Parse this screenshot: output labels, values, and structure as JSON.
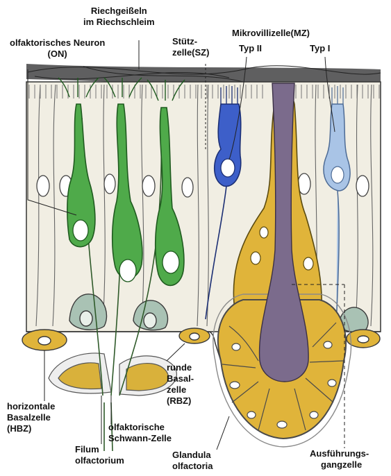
{
  "labels": {
    "riechgeisseln_1": "Riechgeißeln",
    "riechgeisseln_2": "im Riechschleim",
    "olf_neuron_1": "olfaktorisches Neuron",
    "olf_neuron_2": "(ON)",
    "stuetz_1": "Stütz-",
    "stuetz_2": "zelle(SZ)",
    "mikrovilli": "Mikrovillizelle(MZ)",
    "typ2": "Typ II",
    "typ1": "Typ I",
    "runde_1": "runde",
    "runde_2": "Basal-",
    "runde_3": "zelle",
    "runde_4": "(RBZ)",
    "horiz_1": "horizontale",
    "horiz_2": "Basalzelle",
    "horiz_3": "(HBZ)",
    "schwann_1": "olfaktorische",
    "schwann_2": "Schwann-Zelle",
    "filum_1": "Filum",
    "filum_2": "olfactorium",
    "glandula_1": "Glandula",
    "glandula_2": "olfactoria",
    "ausf_1": "Ausführungs-",
    "ausf_2": "gangzelle"
  },
  "colors": {
    "neuron_green": "#4faa4a",
    "neuron_outline": "#1f5a1f",
    "typ2_blue": "#3d5fc9",
    "typ1_blue": "#a9c4e6",
    "gland_yellow": "#e0b43a",
    "duct_purple": "#7b6b8c",
    "support_cell": "#f1eee3",
    "round_basal": "#a9c2b4"
  }
}
